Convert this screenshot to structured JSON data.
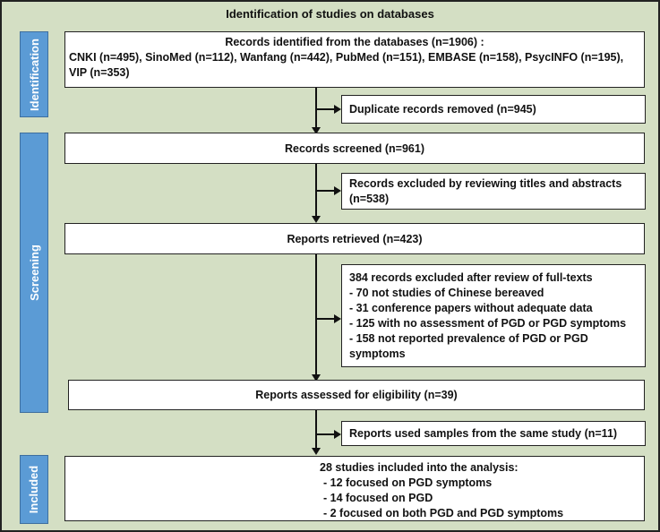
{
  "title": "Identification of studies on databases",
  "phases": {
    "identification": "Identification",
    "screening": "Screening",
    "included": "Included"
  },
  "records_identified": {
    "heading": "Records identified from the databases (n=1906) :",
    "line1": "CNKI (n=495), SinoMed (n=112), Wanfang (n=442), PubMed (n=151), EMBASE (n=158), PsycINFO (n=195),",
    "line2": "VIP (n=353)"
  },
  "duplicates": "Duplicate records removed (n=945)",
  "records_screened": "Records screened (n=961)",
  "excluded_titles": {
    "line1": "Records excluded by reviewing titles and abstracts",
    "line2": "(n=538)"
  },
  "reports_retrieved": "Reports retrieved (n=423)",
  "excluded_fulltext": {
    "heading": "384 records excluded after review of full-texts",
    "items": [
      "- 70 not studies of Chinese bereaved",
      "- 31 conference papers without adequate data",
      "- 125 with no assessment of PGD or PGD symptoms",
      "- 158 not reported prevalence of PGD or PGD",
      "symptoms"
    ]
  },
  "assessed": "Reports assessed for eligibility (n=39)",
  "same_study": "Reports used samples from the same study (n=11)",
  "included": {
    "heading": "28 studies included into the analysis:",
    "items": [
      "- 12 focused on PGD symptoms",
      "- 14 focused on PGD",
      "- 2 focused on both PGD and PGD symptoms"
    ]
  },
  "colors": {
    "background": "#d4dfc4",
    "phase_bar": "#5b9bd5",
    "box": "#ffffff"
  }
}
